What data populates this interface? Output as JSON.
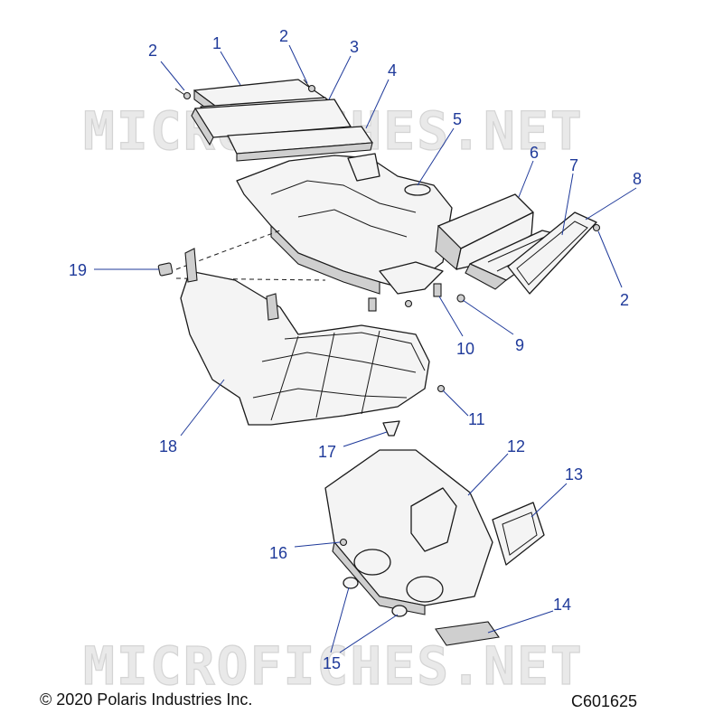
{
  "watermark": "MICROFICHES.NET",
  "footer": {
    "copyright": "© 2020 Polaris Industries Inc.",
    "diagram_code": "C601625"
  },
  "callouts": [
    {
      "id": "c1",
      "label": "1"
    },
    {
      "id": "c2a",
      "label": "2"
    },
    {
      "id": "c2b",
      "label": "2"
    },
    {
      "id": "c2c",
      "label": "2"
    },
    {
      "id": "c3",
      "label": "3"
    },
    {
      "id": "c4",
      "label": "4"
    },
    {
      "id": "c5",
      "label": "5"
    },
    {
      "id": "c6",
      "label": "6"
    },
    {
      "id": "c7",
      "label": "7"
    },
    {
      "id": "c8",
      "label": "8"
    },
    {
      "id": "c9",
      "label": "9"
    },
    {
      "id": "c10",
      "label": "10"
    },
    {
      "id": "c11",
      "label": "11"
    },
    {
      "id": "c12",
      "label": "12"
    },
    {
      "id": "c13",
      "label": "13"
    },
    {
      "id": "c14",
      "label": "14"
    },
    {
      "id": "c15",
      "label": "15"
    },
    {
      "id": "c16",
      "label": "16"
    },
    {
      "id": "c17",
      "label": "17"
    },
    {
      "id": "c18",
      "label": "18"
    },
    {
      "id": "c19",
      "label": "19"
    }
  ],
  "colors": {
    "callout": "#1f3a9a",
    "line": "#1a1a1a",
    "watermark": "#e9e9e9"
  }
}
